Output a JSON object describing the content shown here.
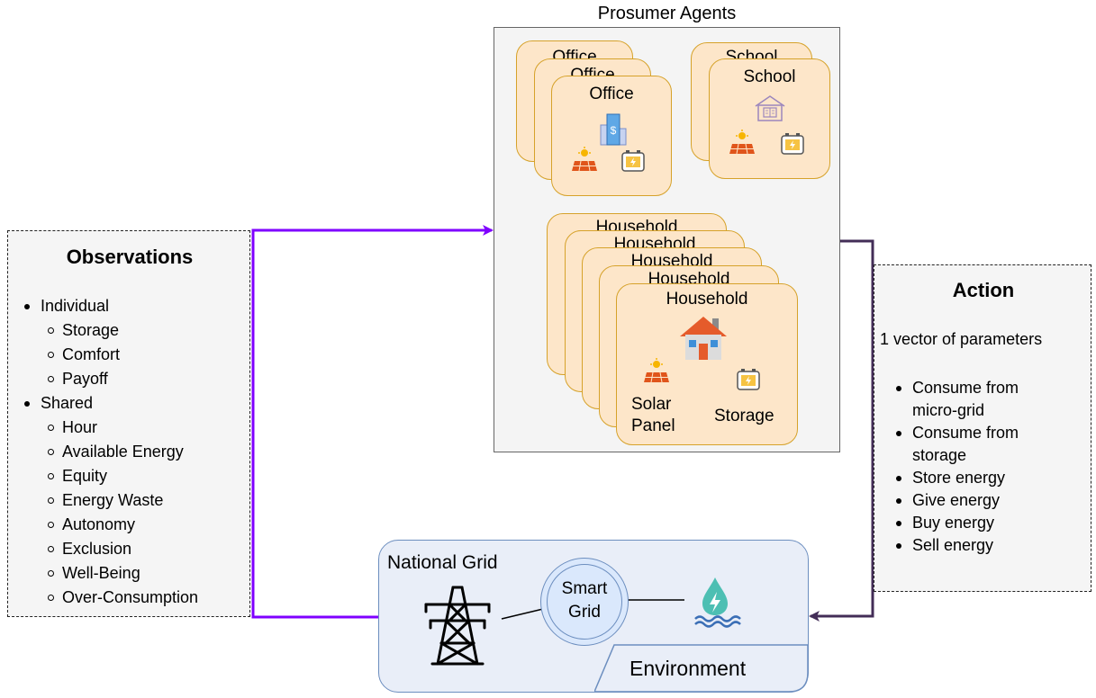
{
  "agents_panel": {
    "title": "Prosumer Agents",
    "office_label": "Office",
    "school_label": "School",
    "household_label": "Household",
    "solar_panel_label": "Solar Panel",
    "storage_label": "Storage"
  },
  "observations": {
    "title": "Observations",
    "groups": [
      {
        "label": "Individual",
        "items": [
          "Storage",
          "Comfort",
          "Payoff"
        ]
      },
      {
        "label": "Shared",
        "items": [
          "Hour",
          "Available Energy",
          "Equity",
          "Energy Waste",
          "Autonomy",
          "Exclusion",
          "Well-Being",
          "Over-Consumption"
        ]
      }
    ]
  },
  "action": {
    "title": "Action",
    "subtitle": "1 vector of parameters",
    "items": [
      "Consume from micro-grid",
      "Consume from storage",
      "Store energy",
      "Give energy",
      "Buy energy",
      "Sell energy"
    ]
  },
  "environment": {
    "label": "Environment",
    "national_grid_label": "National Grid",
    "smart_grid_label": "Smart Grid"
  },
  "colors": {
    "observation_arrow": "#7f00ff",
    "action_arrow": "#432d57",
    "card_fill": "#fde6c9",
    "card_border": "#d6a22a",
    "environment_fill": "#e9eef8",
    "environment_border": "#6c8ebf"
  },
  "icons": [
    "office-building-icon",
    "school-icon",
    "house-icon",
    "solar-panel-icon",
    "battery-icon",
    "transmission-tower-icon",
    "hydro-energy-icon"
  ]
}
